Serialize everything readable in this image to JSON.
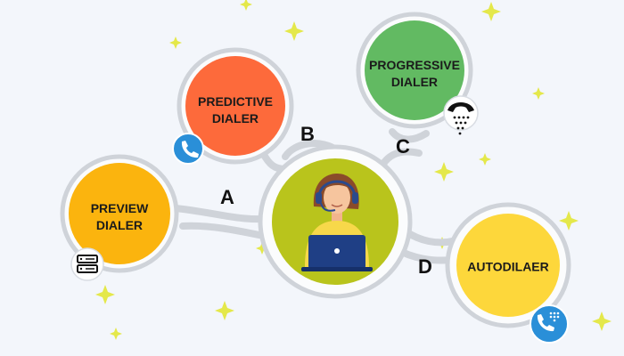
{
  "nodes": {
    "preview": {
      "line1": "PREVIEW",
      "line2": "DIALER",
      "color": "#fbb40e"
    },
    "predictive": {
      "line1": "PREDICTIVE",
      "line2": "DIALER",
      "color": "#fd6a3b"
    },
    "progressive": {
      "line1": "PROGRESSIVE",
      "line2": "DIALER",
      "color": "#62ba62"
    },
    "autodialer": {
      "line1": "AUTODILAER",
      "color": "#fdd73b"
    },
    "center": {
      "color": "#b9c41c"
    }
  },
  "connectors": {
    "a": "A",
    "b": "B",
    "c": "C",
    "d": "D"
  },
  "icons": {
    "preview": "server-icon",
    "predictive": "phone-call-icon",
    "progressive": "telephone-shower-icon",
    "autodialer": "phone-dialpad-icon",
    "center": "agent-with-headset-laptop"
  },
  "colors": {
    "background": "#f3f6fb",
    "ring": "#cfd3d9",
    "sparkle": "#e4e84a",
    "icon_blue": "#2a8fd8"
  }
}
